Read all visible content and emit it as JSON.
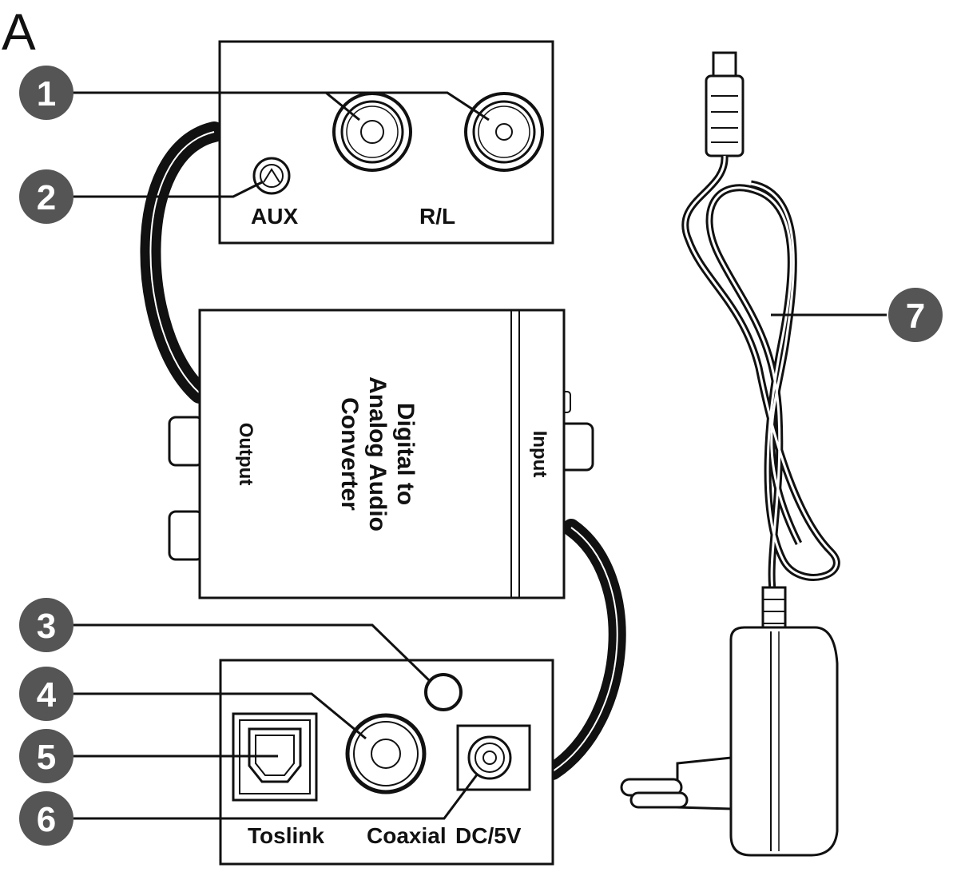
{
  "panel_letter": "A",
  "callouts": [
    "1",
    "2",
    "3",
    "4",
    "5",
    "6",
    "7"
  ],
  "top_panel": {
    "aux_label": "AUX",
    "rl_label": "R/L"
  },
  "converter": {
    "title_line1": "Digital to",
    "title_line2": "Analog Audio",
    "title_line3": "Converter",
    "output_label": "Output",
    "input_label": "Input"
  },
  "bottom_panel": {
    "toslink_label": "Toslink",
    "coaxial_label": "Coaxial",
    "dc_label": "DC/5V"
  },
  "colors": {
    "callout_fill": "#555555",
    "line": "#111111",
    "cable": "#111111"
  }
}
